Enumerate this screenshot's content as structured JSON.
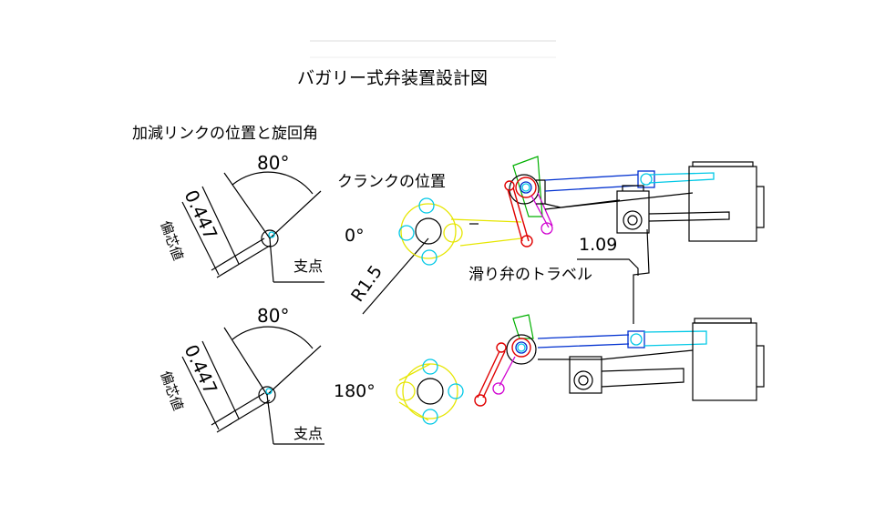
{
  "title": "バガリー式弁装置設計図",
  "link_heading": "加減リンクの位置と旋回角",
  "crank_heading": "クランクの位置",
  "upper": {
    "angle": "80°",
    "eccentric": "0.447",
    "eccentric_label": "偏芯値",
    "pivot_label": "支点",
    "crank_angle": "0°",
    "radius": "R1.5"
  },
  "lower": {
    "angle": "80°",
    "eccentric": "0.447",
    "eccentric_label": "偏芯値",
    "pivot_label": "支点",
    "crank_angle": "180°"
  },
  "travel_value": "1.09",
  "travel_label": "滑り弁のトラベル"
}
